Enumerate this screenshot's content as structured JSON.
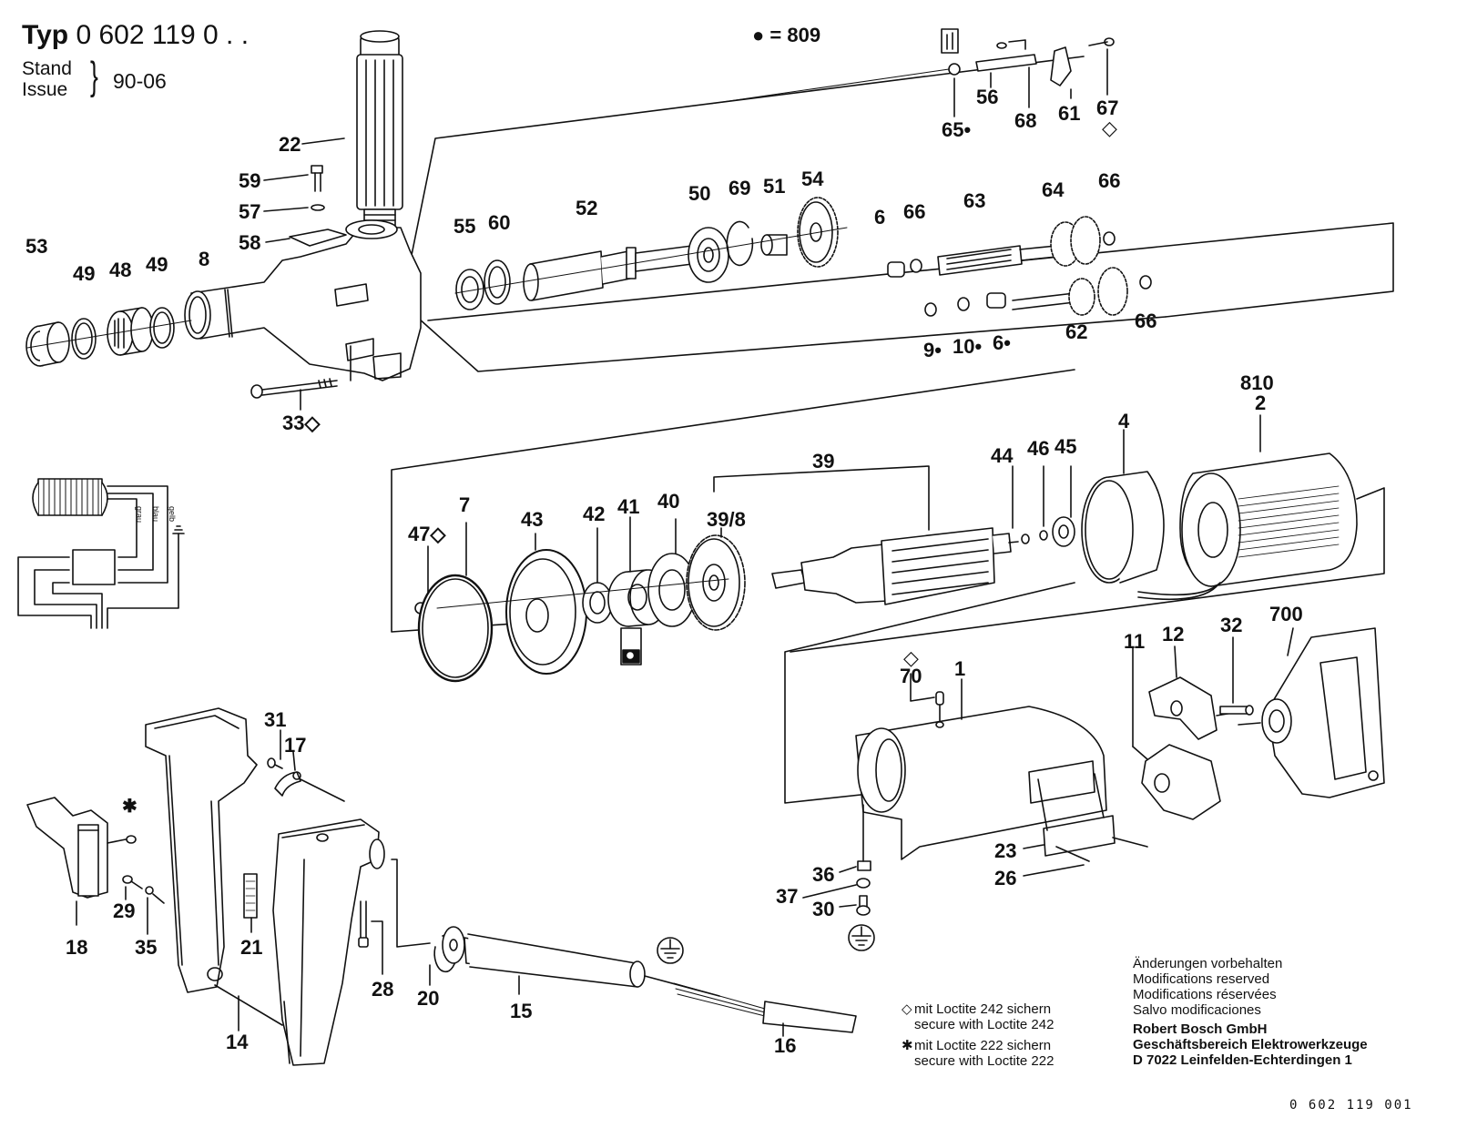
{
  "header": {
    "typ_label": "Typ",
    "typ_number_a": "0 602 119",
    "typ_number_b": " 0 . .",
    "stand_label": "Stand",
    "issue_label": "Issue",
    "issue_value": "90-06",
    "dot_legend": "● = 809"
  },
  "labels": [
    {
      "id": "22",
      "text": "22"
    },
    {
      "id": "59",
      "text": "59"
    },
    {
      "id": "57",
      "text": "57"
    },
    {
      "id": "58",
      "text": "58"
    },
    {
      "id": "53",
      "text": "53"
    },
    {
      "id": "49a",
      "text": "49"
    },
    {
      "id": "48",
      "text": "48"
    },
    {
      "id": "49b",
      "text": "49"
    },
    {
      "id": "8",
      "text": "8"
    },
    {
      "id": "33",
      "text": "33◇"
    },
    {
      "id": "55",
      "text": "55"
    },
    {
      "id": "60",
      "text": "60"
    },
    {
      "id": "52",
      "text": "52"
    },
    {
      "id": "50",
      "text": "50"
    },
    {
      "id": "69",
      "text": "69"
    },
    {
      "id": "51",
      "text": "51"
    },
    {
      "id": "54",
      "text": "54"
    },
    {
      "id": "6a",
      "text": "6"
    },
    {
      "id": "66a",
      "text": "66"
    },
    {
      "id": "63",
      "text": "63"
    },
    {
      "id": "64",
      "text": "64"
    },
    {
      "id": "66b",
      "text": "66"
    },
    {
      "id": "62",
      "text": "62"
    },
    {
      "id": "66c",
      "text": "66"
    },
    {
      "id": "9",
      "text": "9•"
    },
    {
      "id": "10",
      "text": "10•"
    },
    {
      "id": "6b",
      "text": "6•"
    },
    {
      "id": "65",
      "text": "65•"
    },
    {
      "id": "56",
      "text": "56"
    },
    {
      "id": "68",
      "text": "68"
    },
    {
      "id": "61",
      "text": "61"
    },
    {
      "id": "67",
      "text": "67"
    },
    {
      "id": "67d",
      "text": "◇"
    },
    {
      "id": "810",
      "text": "810"
    },
    {
      "id": "2",
      "text": "2"
    },
    {
      "id": "4",
      "text": "4"
    },
    {
      "id": "39",
      "text": "39"
    },
    {
      "id": "44",
      "text": "44"
    },
    {
      "id": "46",
      "text": "46"
    },
    {
      "id": "45",
      "text": "45"
    },
    {
      "id": "47",
      "text": "47◇"
    },
    {
      "id": "7",
      "text": "7"
    },
    {
      "id": "43",
      "text": "43"
    },
    {
      "id": "42",
      "text": "42"
    },
    {
      "id": "41",
      "text": "41"
    },
    {
      "id": "40",
      "text": "40"
    },
    {
      "id": "398",
      "text": "39/8"
    },
    {
      "id": "700",
      "text": "700"
    },
    {
      "id": "32",
      "text": "32"
    },
    {
      "id": "12",
      "text": "12"
    },
    {
      "id": "11",
      "text": "11"
    },
    {
      "id": "70d",
      "text": "◇"
    },
    {
      "id": "70",
      "text": "70"
    },
    {
      "id": "1",
      "text": "1"
    },
    {
      "id": "23",
      "text": "23"
    },
    {
      "id": "26",
      "text": "26"
    },
    {
      "id": "36",
      "text": "36"
    },
    {
      "id": "37",
      "text": "37"
    },
    {
      "id": "30",
      "text": "30"
    },
    {
      "id": "31",
      "text": "31"
    },
    {
      "id": "17",
      "text": "17"
    },
    {
      "id": "star",
      "text": "✱"
    },
    {
      "id": "18",
      "text": "18"
    },
    {
      "id": "29",
      "text": "29"
    },
    {
      "id": "35",
      "text": "35"
    },
    {
      "id": "21",
      "text": "21"
    },
    {
      "id": "14",
      "text": "14"
    },
    {
      "id": "28",
      "text": "28"
    },
    {
      "id": "20",
      "text": "20"
    },
    {
      "id": "15",
      "text": "15"
    },
    {
      "id": "16",
      "text": "16"
    }
  ],
  "wiring": {
    "wire_labels": [
      "grau",
      "blau",
      "gelb"
    ]
  },
  "notes": {
    "loctite242_de": "mit Loctite 242 sichern",
    "loctite242_en": "secure with Loctite 242",
    "loctite222_de": "mit Loctite 222 sichern",
    "loctite222_en": "secure with Loctite 222",
    "diamond_symbol": "◇",
    "star_symbol": "✱"
  },
  "footer": {
    "line1": "Änderungen vorbehalten",
    "line2": "Modifications reserved",
    "line3": "Modifications réservées",
    "line4": "Salvo modificaciones",
    "company": "Robert Bosch GmbH",
    "division": "Geschäftsbereich Elektrowerkzeuge",
    "address": "D 7022 Leinfelden-Echterdingen 1",
    "doc_number": "0 602 119 001"
  }
}
